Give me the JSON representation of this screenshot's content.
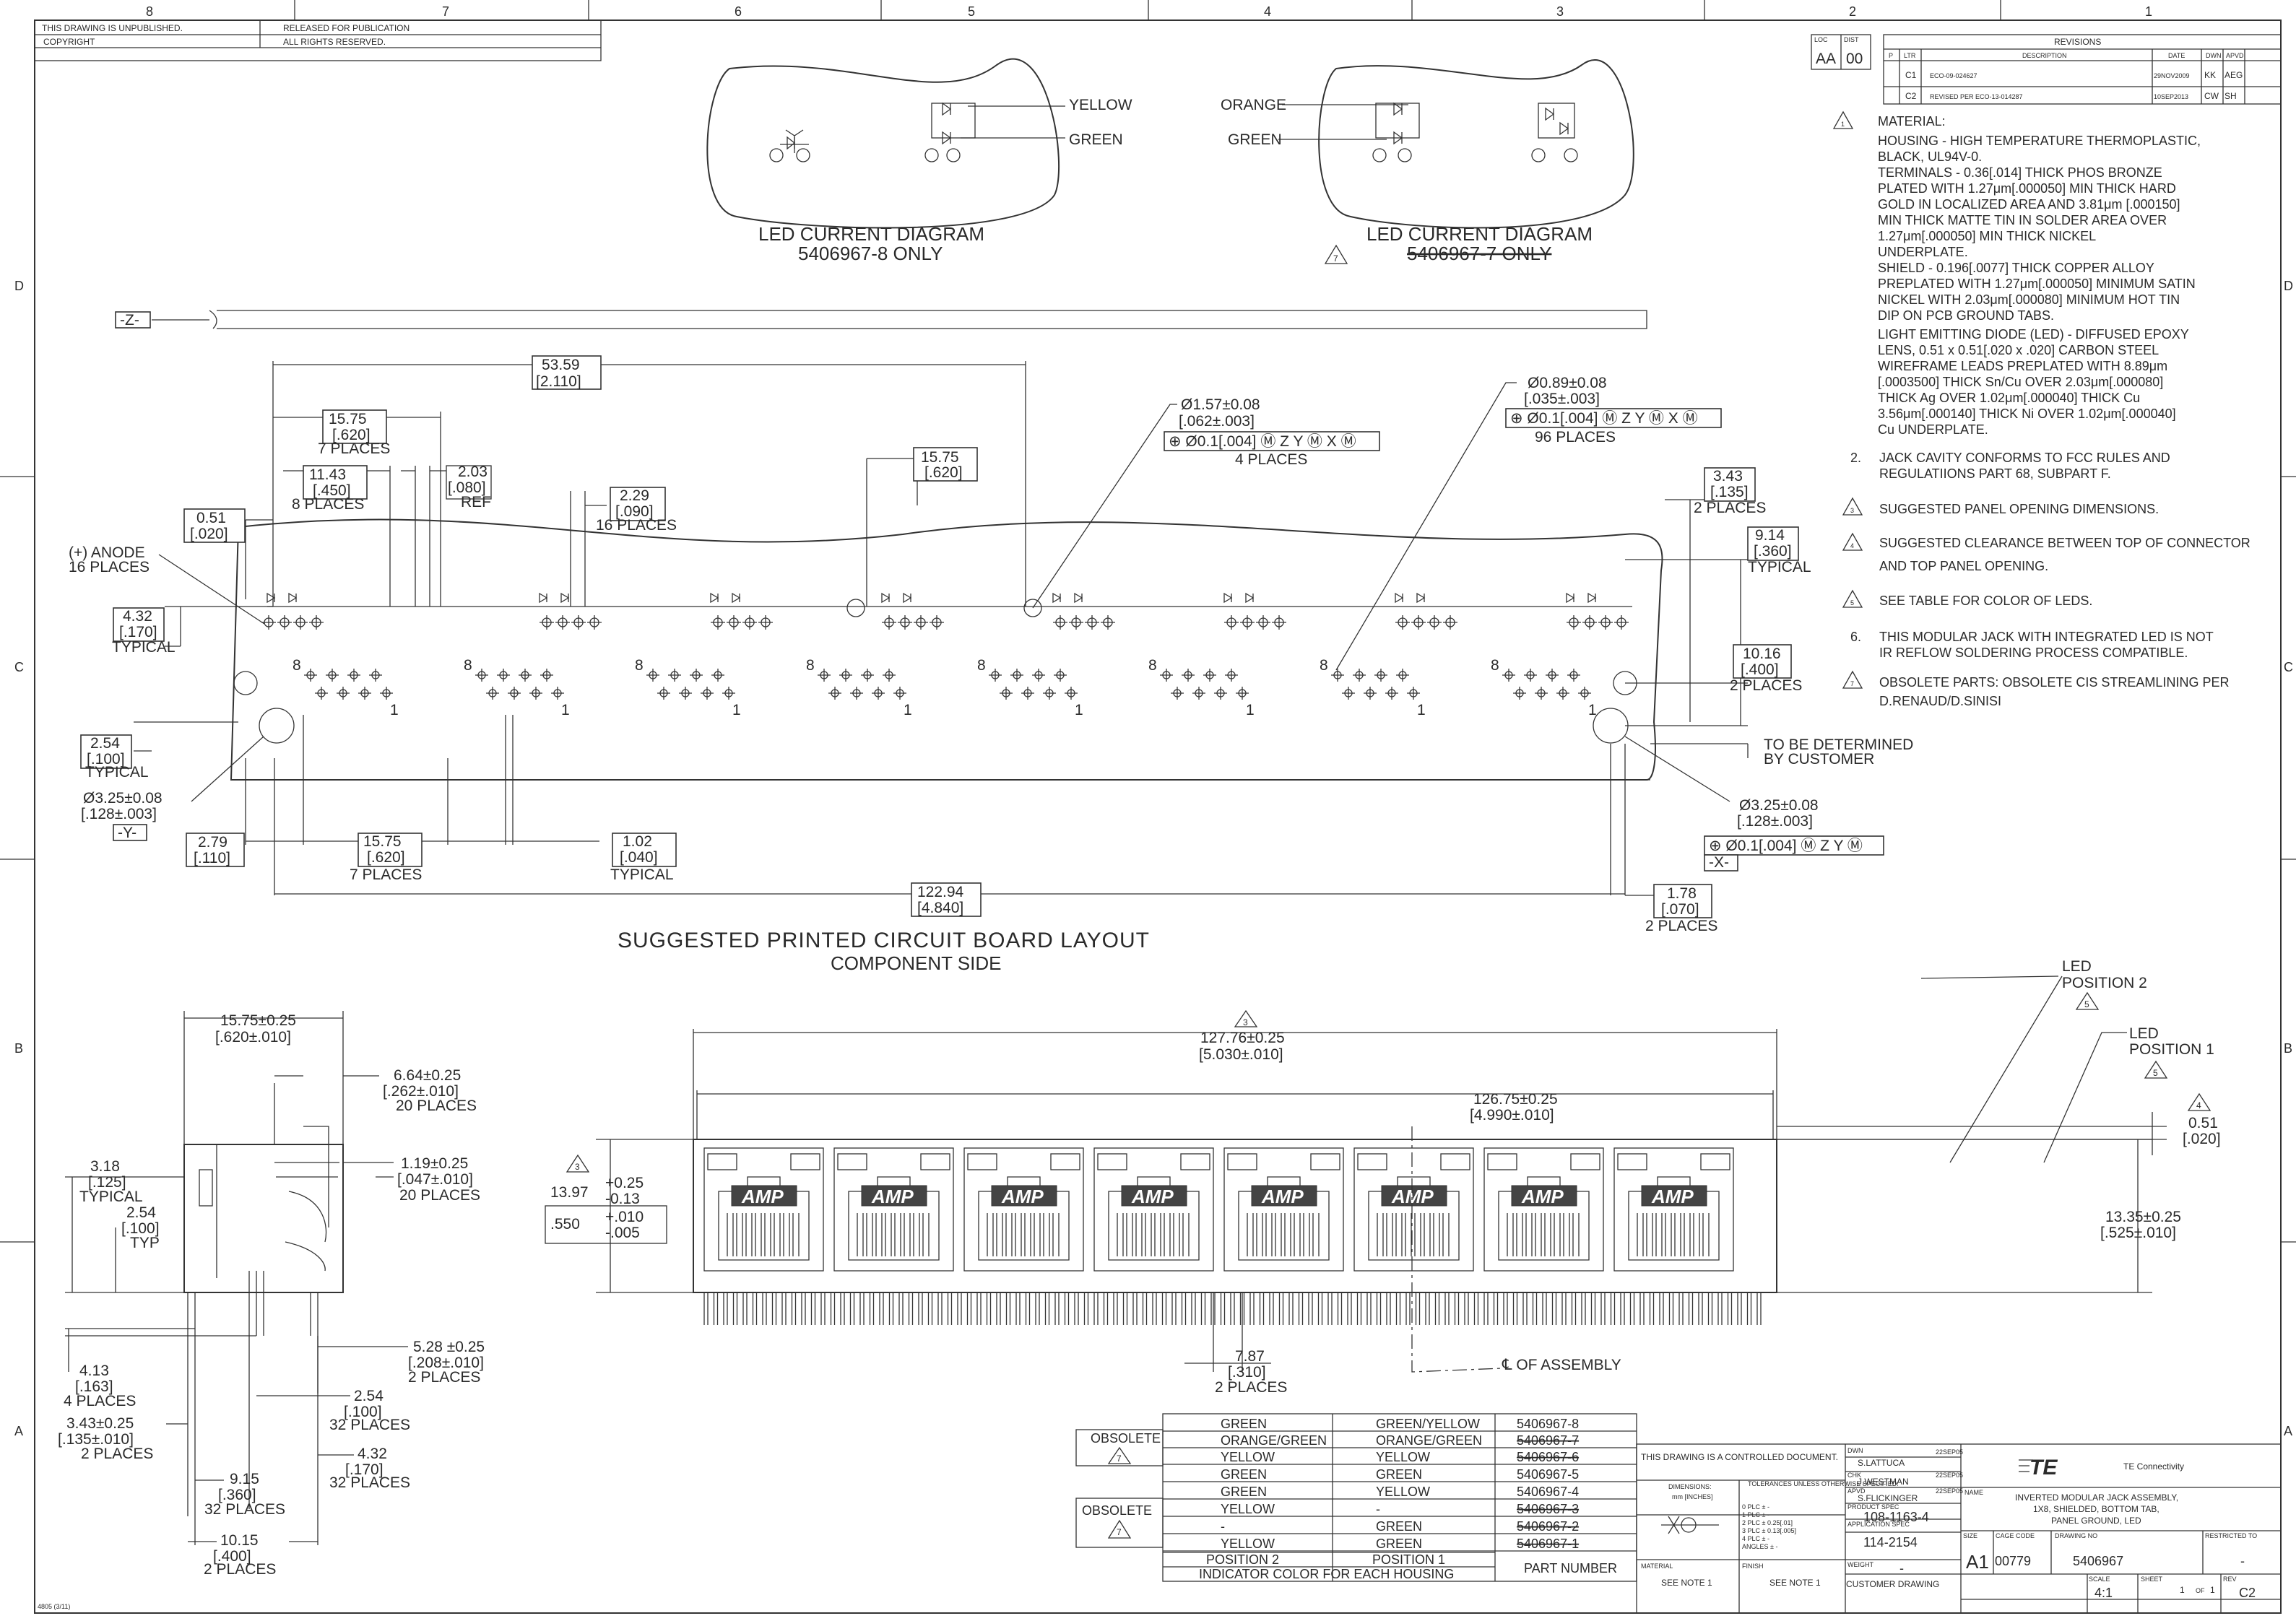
{
  "zones": {
    "top": [
      "8",
      "7",
      "6",
      "5",
      "4",
      "3",
      "2",
      "1"
    ],
    "side": [
      "D",
      "C",
      "B",
      "A"
    ]
  },
  "header": {
    "unpublished": "THIS DRAWING IS UNPUBLISHED.",
    "released": "RELEASED FOR PUBLICATION",
    "copyright": "COPYRIGHT",
    "rights": "ALL RIGHTS RESERVED."
  },
  "loc": {
    "label_loc": "LOC",
    "label_dist": "DIST",
    "loc": "AA",
    "dist": "00"
  },
  "revisions": {
    "title": "REVISIONS",
    "headers": [
      "P",
      "LTR",
      "DESCRIPTION",
      "DATE",
      "DWN",
      "APVD"
    ],
    "rows": [
      [
        "",
        "C1",
        "ECO-09-024627",
        "29NOV2009",
        "KK",
        "AEG"
      ],
      [
        "",
        "C2",
        "REVISED PER ECO-13-014287",
        "10SEP2013",
        "CW",
        "SH"
      ]
    ]
  },
  "notes": {
    "n1": [
      "MATERIAL:",
      "HOUSING - HIGH TEMPERATURE THERMOPLASTIC,",
      "BLACK, UL94V-0.",
      "TERMINALS - 0.36[.014] THICK PHOS BRONZE",
      "PLATED WITH 1.27μm[.000050] MIN THICK HARD",
      "GOLD IN LOCALIZED AREA AND 3.81μm [.000150]",
      "MIN THICK MATTE TIN IN SOLDER AREA OVER",
      "1.27μm[.000050] MIN THICK NICKEL",
      "UNDERPLATE.",
      "SHIELD - 0.196[.0077] THICK COPPER ALLOY",
      "PREPLATED WITH 1.27μm[.000050] MINIMUM SATIN",
      "NICKEL WITH 2.03μm[.000080] MINIMUM HOT TIN",
      "DIP ON PCB GROUND TABS.",
      "LIGHT EMITTING DIODE (LED) - DIFFUSED EPOXY",
      "LENS, 0.51 x 0.51[.020 x .020] CARBON STEEL",
      "WIREFRAME LEADS PREPLATED WITH 8.89μm",
      "[.0003500] THICK Sn/Cu OVER 2.03μm[.000080]",
      "THICK Ag OVER 1.02μm[.000040] THICK Cu",
      "3.56μm[.000140] THICK Ni OVER 1.02μm[.000040]",
      "Cu UNDERPLATE."
    ],
    "n2": [
      "JACK CAVITY CONFORMS TO FCC RULES AND",
      "REGULATIIONS PART 68, SUBPART F."
    ],
    "n3": "SUGGESTED PANEL OPENING DIMENSIONS.",
    "n4": [
      "SUGGESTED CLEARANCE BETWEEN TOP OF CONNECTOR",
      "AND TOP PANEL OPENING."
    ],
    "n5": "SEE TABLE FOR COLOR OF LEDS.",
    "n6": [
      "THIS MODULAR JACK WITH INTEGRATED LED IS NOT",
      "IR REFLOW SOLDERING PROCESS COMPATIBLE."
    ],
    "n7": [
      "OBSOLETE PARTS: OBSOLETE CIS STREAMLINING PER",
      "D.RENAUD/D.SINISI"
    ],
    "num2": "2.",
    "num6": "6.",
    "tri1": "1",
    "tri3": "3",
    "tri4": "4",
    "tri5": "5",
    "tri7": "7"
  },
  "led_diagrams": {
    "left_title": "LED CURRENT DIAGRAM",
    "left_sub": "5406967-8 ONLY",
    "right_title": "LED CURRENT DIAGRAM",
    "right_sub": "5406967-7 ONLY",
    "yellow": "YELLOW",
    "green": "GREEN",
    "orange": "ORANGE",
    "green2": "GREEN"
  },
  "pcb": {
    "title": "SUGGESTED PRINTED CIRCUIT BOARD LAYOUT",
    "sub": "COMPONENT SIDE",
    "datum_z": "-Z-",
    "datum_y": "-Y-",
    "datum_x": "-X-",
    "d_53": "53.59",
    "d_53i": "[2.110]",
    "d_1575a": "15.75",
    "d_1575ai": "[.620]",
    "d_1575a_p": "7 PLACES",
    "d_1143": "11.43",
    "d_1143i": "[.450]",
    "d_1143_p": "8 PLACES",
    "d_203": "2.03",
    "d_203i": "[.080]",
    "d_203_r": "REF",
    "d_229": "2.29",
    "d_229i": "[.090]",
    "d_229_p": "16 PLACES",
    "d_051": "0.51",
    "d_051i": "[.020]",
    "anode": "(+) ANODE",
    "anode_p": "16 PLACES",
    "d_1575b": "15.75",
    "d_1575bi": "[.620]",
    "d_157": "Ø1.57±0.08",
    "d_157i": "[.062±.003]",
    "d_157_fcf": "⊕ Ø0.1[.004] Ⓜ Z Y Ⓜ X Ⓜ",
    "d_157_p": "4 PLACES",
    "d_089": "Ø0.89±0.08",
    "d_089i": "[.035±.003]",
    "d_089_fcf": "⊕ Ø0.1[.004] Ⓜ Z Y Ⓜ X Ⓜ",
    "d_089_p": "96 PLACES",
    "d_343": "3.43",
    "d_343i": "[.135]",
    "d_343_p": "2 PLACES",
    "d_914": "9.14",
    "d_914i": "[.360]",
    "d_914_t": "TYPICAL",
    "d_432": "4.32",
    "d_432i": "[.170]",
    "d_432_t": "TYPICAL",
    "d_1016": "10.16",
    "d_1016i": "[.400]",
    "d_1016_p": "2 PLACES",
    "d_254": "2.54",
    "d_254i": "[.100]",
    "d_254_t": "TYPICAL",
    "tbd1": "TO BE DETERMINED",
    "tbd2": "BY CUSTOMER",
    "d_325l": "Ø3.25±0.08",
    "d_325li": "[.128±.003]",
    "d_325r": "Ø3.25±0.08",
    "d_325ri": "[.128±.003]",
    "d_325r_fcf": "⊕ Ø0.1[.004] Ⓜ Z Y Ⓜ",
    "d_279": "2.79",
    "d_279i": "[.110]",
    "d_1575c": "15.75",
    "d_1575ci": "[.620]",
    "d_1575c_p": "7 PLACES",
    "d_102": "1.02",
    "d_102i": "[.040]",
    "d_102_t": "TYPICAL",
    "d_12294": "122.94",
    "d_12294i": "[4.840]",
    "d_178": "1.78",
    "d_178i": "[.070]",
    "d_178_p": "2 PLACES",
    "pin8": "8",
    "pin1": "1"
  },
  "side_view": {
    "d_1575": "15.75±0.25",
    "d_1575i": "[.620±.010]",
    "d_664": "6.64±0.25",
    "d_664i": "[.262±.010]",
    "d_664_p": "20 PLACES",
    "d_318": "3.18",
    "d_318i": "[.125]",
    "d_318_t": "TYPICAL",
    "d_254": "2.54",
    "d_254i": "[.100]",
    "d_254_t": "TYP",
    "d_119": "1.19±0.25",
    "d_119i": "[.047±.010]",
    "d_119_p": "20 PLACES",
    "d_528": "5.28 ±0.25",
    "d_528i": "[.208±.010]",
    "d_528_p": "2 PLACES",
    "d_413": "4.13",
    "d_413i": "[.163]",
    "d_413_p": "4 PLACES",
    "d_254b": "2.54",
    "d_254bi": "[.100]",
    "d_254b_p": "32 PLACES",
    "d_343": "3.43±0.25",
    "d_343i": "[.135±.010]",
    "d_343_p": "2 PLACES",
    "d_432": "4.32",
    "d_432i": "[.170]",
    "d_432_p": "32 PLACES",
    "d_915": "9.15",
    "d_915i": "[.360]",
    "d_915_p": "32 PLACES",
    "d_1015": "10.15",
    "d_1015i": "[.400]",
    "d_1015_p": "2 PLACES"
  },
  "front_view": {
    "d_12776": "127.76±0.25",
    "d_12776i": "[5.030±.010]",
    "d_12675": "126.75±0.25",
    "d_12675i": "[4.990±.010]",
    "led_p2": "LED",
    "led_p2b": "POSITION 2",
    "led_p1": "LED",
    "led_p1b": "POSITION 1",
    "d_051": "0.51",
    "d_051i": "[.020]",
    "d_1397": "13.97",
    "d_1397t": "+0.25",
    "d_1397b": "-0.13",
    "d_550": ".550",
    "d_550t": "+.010",
    "d_550b": "-.005",
    "d_1335": "13.35±0.25",
    "d_1335i": "[.525±.010]",
    "d_787": "7.87",
    "d_787i": "[.310]",
    "d_787_p": "2 PLACES",
    "assembly": "℄ OF ASSEMBLY",
    "amp": "AMP"
  },
  "color_table": {
    "obsolete": "OBSOLETE",
    "rows": [
      [
        "GREEN",
        "GREEN/YELLOW",
        "5406967-8"
      ],
      [
        "ORANGE/GREEN",
        "ORANGE/GREEN",
        "5406967-7"
      ],
      [
        "YELLOW",
        "YELLOW",
        "5406967-6"
      ],
      [
        "GREEN",
        "GREEN",
        "5406967-5"
      ],
      [
        "GREEN",
        "YELLOW",
        "5406967-4"
      ],
      [
        "YELLOW",
        "-",
        "5406967-3"
      ],
      [
        "-",
        "GREEN",
        "5406967-2"
      ],
      [
        "YELLOW",
        "GREEN",
        "5406967-1"
      ]
    ],
    "pos2": "POSITION 2",
    "pos1": "POSITION 1",
    "indicator": "INDICATOR COLOR FOR EACH HOUSING",
    "part_number": "PART NUMBER"
  },
  "title_block": {
    "controlled": "THIS DRAWING IS A CONTROLLED DOCUMENT.",
    "dimensions": "DIMENSIONS:",
    "mm": "mm [INCHES]",
    "tolerances": "TOLERANCES UNLESS OTHERWISE SPECIFIED:",
    "tol_lines": [
      "0 PLC  ± -",
      "1 PLC  ± -",
      "2 PLC  ± 0.25[.01]",
      "3 PLC  ± 0.13[.005]",
      "4 PLC  ± -",
      "ANGLES  ± -"
    ],
    "material": "MATERIAL",
    "finish": "FINISH",
    "see_note": "SEE NOTE 1",
    "see_note2": "SEE NOTE 1",
    "dwn_l": "DWN",
    "dwn": "S.LATTUCA",
    "dwn_d": "22SEP05",
    "chk_l": "CHK",
    "chk": "J.WESTMAN",
    "chk_d": "22SEP05",
    "appvd_l": "APVD",
    "appvd": "S.FLICKINGER",
    "appvd_d": "22SEP05",
    "prod_spec_l": "PRODUCT SPEC",
    "prod_spec": "108-1163-4",
    "app_spec_l": "APPLICATION SPEC",
    "app_spec": "114-2154",
    "weight_l": "WEIGHT",
    "weight": "-",
    "company": "TE Connectivity",
    "logo": "TE",
    "name_l": "NAME",
    "name": [
      "INVERTED MODULAR JACK ASSEMBLY,",
      "1X8, SHIELDED, BOTTOM TAB,",
      "PANEL GROUND, LED"
    ],
    "size_l": "SIZE",
    "size": "A1",
    "cage_l": "CAGE CODE",
    "cage": "00779",
    "dwg_l": "DRAWING NO",
    "dwg": "5406967",
    "restricted_l": "RESTRICTED TO",
    "restricted": "-",
    "customer": "CUSTOMER DRAWING",
    "scale_l": "SCALE",
    "scale": "4:1",
    "sheet_l": "SHEET",
    "sheet": "1",
    "of": "OF",
    "sheets": "1",
    "rev_l": "REV",
    "rev": "C2"
  },
  "form_no": "4805 (3/11)"
}
